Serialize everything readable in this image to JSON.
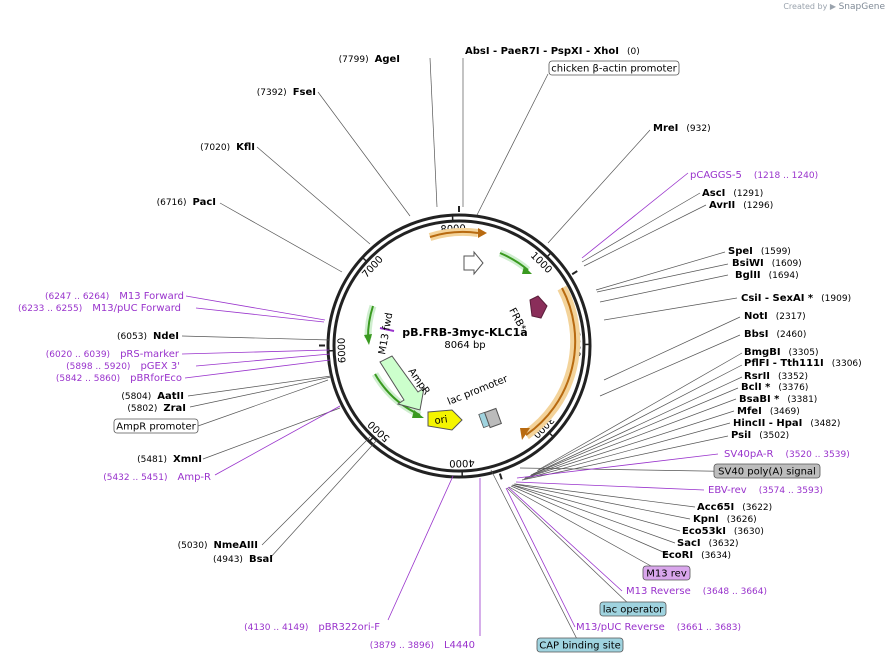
{
  "credit": {
    "prefix": "Created by",
    "brand": "SnapGene"
  },
  "plasmid": {
    "name": "pB.FRB-3myc-KLC1a",
    "length": "8064 bp",
    "total_bp": 8064
  },
  "ticks": [
    "1000",
    "2000",
    "3000",
    "4000",
    "5000",
    "6000",
    "7000",
    "8000"
  ],
  "sites": [
    {
      "name": "AbsI  - PaeR7I  - PspXI  - XhoI",
      "pos": "(0)",
      "bp": 0
    },
    {
      "name": "MreI",
      "pos": "(932)",
      "bp": 932
    },
    {
      "name": "AscI",
      "pos": "(1291)",
      "bp": 1291
    },
    {
      "name": "AvrII",
      "pos": "(1296)",
      "bp": 1296
    },
    {
      "name": "SpeI",
      "pos": "(1599)",
      "bp": 1599
    },
    {
      "name": "BsiWI",
      "pos": "(1609)",
      "bp": 1609
    },
    {
      "name": "BglII",
      "pos": "(1694)",
      "bp": 1694
    },
    {
      "name": "CsiI  - SexAI *",
      "pos": "(1909)",
      "bp": 1909
    },
    {
      "name": "NotI",
      "pos": "(2317)",
      "bp": 2317
    },
    {
      "name": "BbsI",
      "pos": "(2460)",
      "bp": 2460
    },
    {
      "name": "BmgBI",
      "pos": "(3305)",
      "bp": 3305
    },
    {
      "name": "PflFI  - Tth111I",
      "pos": "(3306)",
      "bp": 3306
    },
    {
      "name": "RsrII",
      "pos": "(3352)",
      "bp": 3352
    },
    {
      "name": "BclI *",
      "pos": "(3376)",
      "bp": 3376
    },
    {
      "name": "BsaBI *",
      "pos": "(3381)",
      "bp": 3381
    },
    {
      "name": "MfeI",
      "pos": "(3469)",
      "bp": 3469
    },
    {
      "name": "HincII  - HpaI",
      "pos": "(3482)",
      "bp": 3482
    },
    {
      "name": "PsiI",
      "pos": "(3502)",
      "bp": 3502
    },
    {
      "name": "Acc65I",
      "pos": "(3622)",
      "bp": 3622
    },
    {
      "name": "KpnI",
      "pos": "(3626)",
      "bp": 3626
    },
    {
      "name": "Eco53kI",
      "pos": "(3630)",
      "bp": 3630
    },
    {
      "name": "SacI",
      "pos": "(3632)",
      "bp": 3632
    },
    {
      "name": "EcoRI",
      "pos": "(3634)",
      "bp": 3634
    },
    {
      "name": "BsaI",
      "pos": "(4943)",
      "bp": 4943
    },
    {
      "name": "NmeAIII",
      "pos": "(5030)",
      "bp": 5030
    },
    {
      "name": "XmnI",
      "pos": "(5481)",
      "bp": 5481
    },
    {
      "name": "ZraI",
      "pos": "(5802)",
      "bp": 5802
    },
    {
      "name": "AatII",
      "pos": "(5804)",
      "bp": 5804
    },
    {
      "name": "NdeI",
      "pos": "(6053)",
      "bp": 6053
    },
    {
      "name": "PacI",
      "pos": "(6716)",
      "bp": 6716
    },
    {
      "name": "KflI",
      "pos": "(7020)",
      "bp": 7020
    },
    {
      "name": "FseI",
      "pos": "(7392)",
      "bp": 7392
    },
    {
      "name": "AgeI",
      "pos": "(7799)",
      "bp": 7799
    }
  ],
  "primers": [
    {
      "name": "pCAGGS-5",
      "range": "(1218 .. 1240)"
    },
    {
      "name": "SV40pA-R",
      "range": "(3520 .. 3539)"
    },
    {
      "name": "EBV-rev",
      "range": "(3574 .. 3593)"
    },
    {
      "name": "M13 Reverse",
      "range": "(3648 .. 3664)"
    },
    {
      "name": "M13/pUC Reverse",
      "range": "(3661 .. 3683)"
    },
    {
      "name": "L4440",
      "range": "(3879 .. 3896)"
    },
    {
      "name": "pBR322ori-F",
      "range": "(4130 .. 4149)"
    },
    {
      "name": "Amp-R",
      "range": "(5432 .. 5451)"
    },
    {
      "name": "pBRforEco",
      "range": "(5842 .. 5860)"
    },
    {
      "name": "pGEX 3'",
      "range": "(5898 .. 5920)"
    },
    {
      "name": "pRS-marker",
      "range": "(6020 .. 6039)"
    },
    {
      "name": "M13/pUC Forward",
      "range": "(6233 .. 6255)"
    },
    {
      "name": "M13 Forward",
      "range": "(6247 .. 6264)"
    }
  ],
  "boxed_features": [
    {
      "name": "chicken β-actin promoter",
      "fill": "#ffffff"
    },
    {
      "name": "SV40 poly(A) signal",
      "fill": "#bdbdbd"
    },
    {
      "name": "M13 rev",
      "fill": "#d9a6ec"
    },
    {
      "name": "lac operator",
      "fill": "#9fd3df"
    },
    {
      "name": "CAP binding site",
      "fill": "#9fd3df"
    },
    {
      "name": "AmpR promoter",
      "fill": "#ffffff"
    }
  ],
  "inner_features": [
    {
      "name": "FRB*"
    },
    {
      "name": "M13 fwd"
    },
    {
      "name": "AmpR"
    },
    {
      "name": "ori"
    },
    {
      "name": "lac promoter"
    }
  ],
  "colors": {
    "primer": "#9933cc",
    "orf": "#e8a33c",
    "ori": "#f5f500",
    "ampr": "#ccffcc",
    "frb": "#8a2e5a",
    "arrow_green": "#3a9a20"
  }
}
